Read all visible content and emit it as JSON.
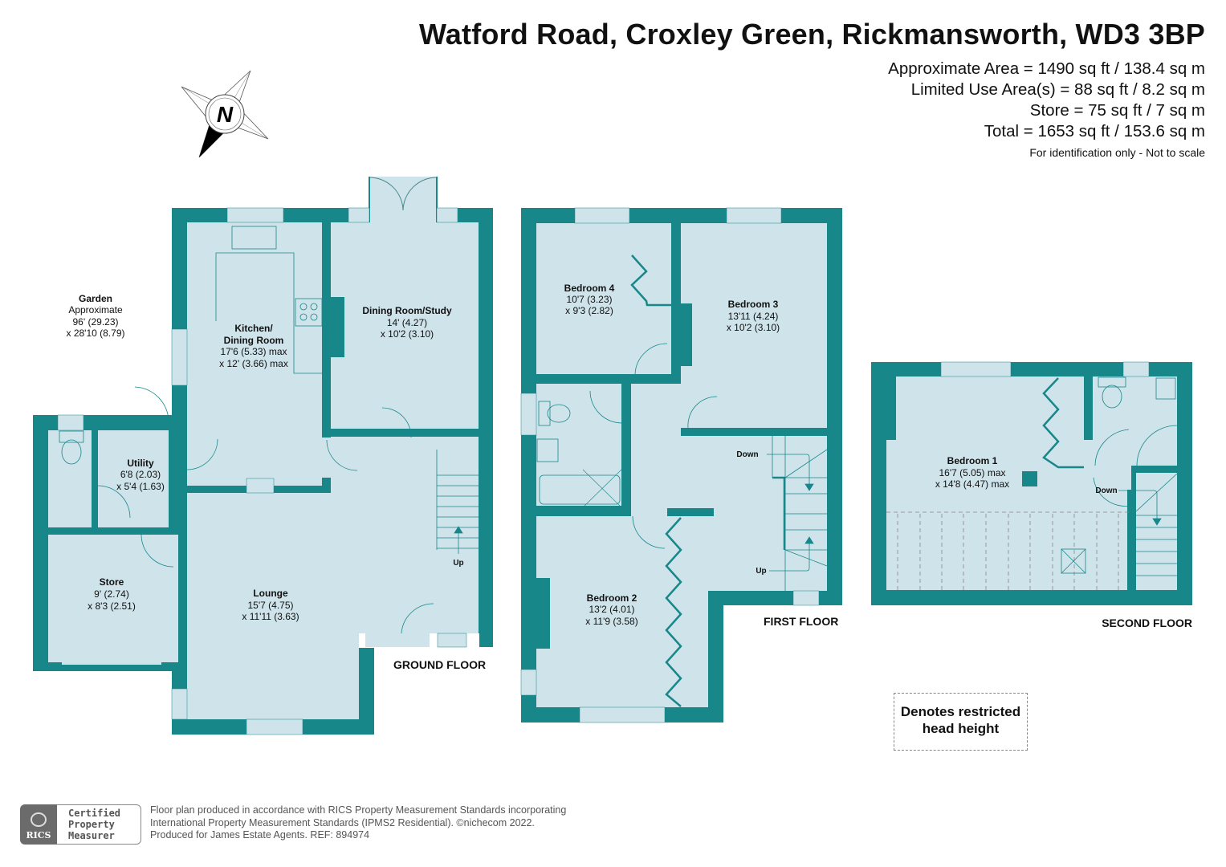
{
  "header": {
    "title": "Watford Road, Croxley Green, Rickmansworth, WD3 3BP",
    "areas": [
      "Approximate Area = 1490 sq ft / 138.4 sq m",
      "Limited Use Area(s) = 88 sq ft / 8.2 sq m",
      "Store = 75 sq ft / 7 sq m",
      "Total = 1653 sq ft / 153.6 sq m"
    ],
    "disclaimer": "For identification only - Not to scale"
  },
  "compass": {
    "label": "N"
  },
  "colors": {
    "wall": "#17878a",
    "room": "#cfe3ea",
    "text": "#111111"
  },
  "garden": {
    "name": "Garden",
    "line1": "Approximate",
    "line2": "96' (29.23)",
    "line3": "x 28'10 (8.79)"
  },
  "floors": {
    "ground": {
      "label": "GROUND FLOOR",
      "rooms": [
        {
          "name": "Kitchen/",
          "name2": "Dining Room",
          "dim1": "17'6 (5.33) max",
          "dim2": "x 12' (3.66) max"
        },
        {
          "name": "Dining Room/Study",
          "dim1": "14' (4.27)",
          "dim2": "x 10'2 (3.10)"
        },
        {
          "name": "Utility",
          "dim1": "6'8 (2.03)",
          "dim2": "x 5'4 (1.63)"
        },
        {
          "name": "Store",
          "dim1": "9' (2.74)",
          "dim2": "x 8'3 (2.51)"
        },
        {
          "name": "Lounge",
          "dim1": "15'7 (4.75)",
          "dim2": "x 11'11 (3.63)"
        }
      ],
      "stairs_label": "Up"
    },
    "first": {
      "label": "FIRST FLOOR",
      "rooms": [
        {
          "name": "Bedroom 4",
          "dim1": "10'7 (3.23)",
          "dim2": "x 9'3 (2.82)"
        },
        {
          "name": "Bedroom 3",
          "dim1": "13'11 (4.24)",
          "dim2": "x 10'2 (3.10)"
        },
        {
          "name": "Bedroom 2",
          "dim1": "13'2 (4.01)",
          "dim2": "x 11'9 (3.58)"
        }
      ],
      "stairs_down": "Down",
      "stairs_up": "Up"
    },
    "second": {
      "label": "SECOND FLOOR",
      "rooms": [
        {
          "name": "Bedroom 1",
          "dim1": "16'7 (5.05) max",
          "dim2": "x 14'8 (4.47) max"
        }
      ],
      "stairs_down": "Down"
    }
  },
  "legend": {
    "line1": "Denotes restricted",
    "line2": "head height"
  },
  "footer": {
    "badge_org": "RICS",
    "badge_line1": "Certified",
    "badge_line2": "Property",
    "badge_line3": "Measurer",
    "line1": "Floor plan produced in accordance with RICS Property Measurement Standards incorporating",
    "line2": "International Property Measurement Standards (IPMS2 Residential).   ©nichecom 2022.",
    "line3": "Produced for James Estate Agents.   REF: 894974"
  }
}
